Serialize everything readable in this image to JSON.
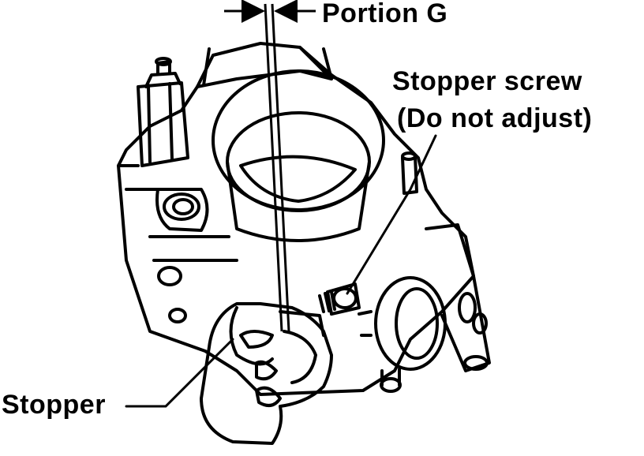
{
  "labels": {
    "portion_g": "Portion G",
    "stopper_screw": "Stopper screw",
    "do_not_adjust": "(Do not adjust)",
    "stopper": "Stopper"
  },
  "colors": {
    "ink": "#000000",
    "paper": "#ffffff"
  }
}
